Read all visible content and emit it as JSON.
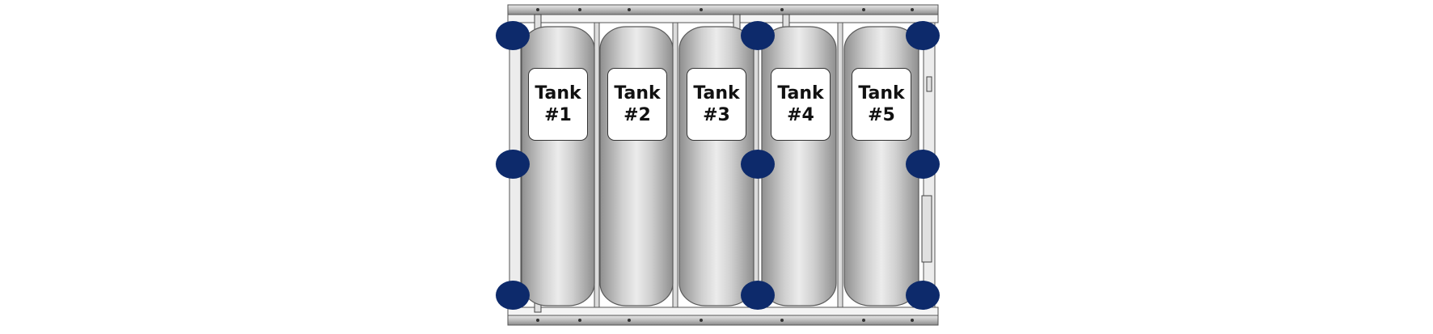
{
  "diagram": {
    "tank_fill": "#d0d0d0",
    "frame_color": "#9a9a9a",
    "mount_point_color": "#0d2a6b",
    "tanks": [
      {
        "name_line": "Tank",
        "number_line": "#1"
      },
      {
        "name_line": "Tank",
        "number_line": "#2"
      },
      {
        "name_line": "Tank",
        "number_line": "#3"
      },
      {
        "name_line": "Tank",
        "number_line": "#4"
      },
      {
        "name_line": "Tank",
        "number_line": "#5"
      }
    ]
  }
}
